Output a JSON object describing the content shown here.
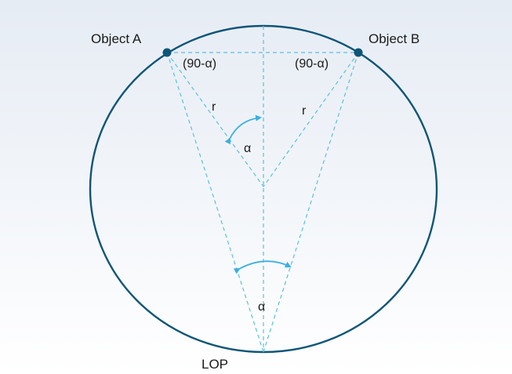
{
  "labels": {
    "object_a": "Object A",
    "object_b": "Object B",
    "lop": "LOP",
    "radius_left": "r",
    "radius_right": "r",
    "complement_left": "(90-α)",
    "complement_right": "(90-α)",
    "alpha_center": "α",
    "alpha_lop": "α"
  },
  "colors": {
    "circle": "#0f5577",
    "point": "#0f5577",
    "dashed_lines": "#5bc0de",
    "angle_arcs": "#3ab0e2",
    "text": "#1a1a1a"
  }
}
